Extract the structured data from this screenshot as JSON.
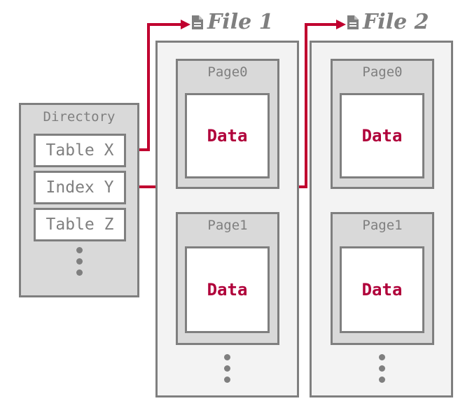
{
  "directory": {
    "label": "Directory",
    "items": [
      "Table X",
      "Index Y",
      "Table Z"
    ]
  },
  "files": [
    {
      "title": "File 1",
      "pages": [
        {
          "label": "Page0",
          "content": "Data"
        },
        {
          "label": "Page1",
          "content": "Data"
        }
      ]
    },
    {
      "title": "File 2",
      "pages": [
        {
          "label": "Page0",
          "content": "Data"
        },
        {
          "label": "Page1",
          "content": "Data"
        }
      ]
    }
  ],
  "colors": {
    "arrow": "#c0002f",
    "data_text": "#b0003a",
    "border": "#7f7f7f",
    "page_fill": "#d9d9d9",
    "file_fill": "#f3f3f3"
  },
  "icons": {
    "file_title": "file-icon"
  }
}
